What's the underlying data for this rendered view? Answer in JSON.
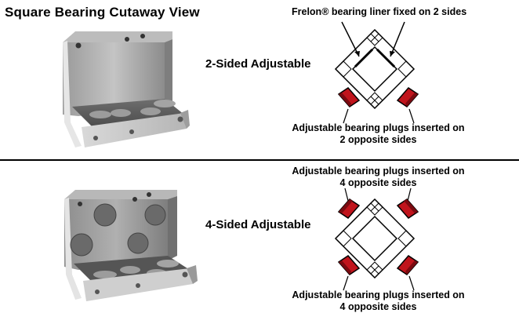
{
  "title": "Square Bearing  Cutaway View",
  "top_section": {
    "label": "2-Sided Adjustable",
    "caption_top": "Frelon® bearing liner fixed on 2 sides",
    "caption_bottom_line1": "Adjustable bearing plugs inserted on",
    "caption_bottom_line2": "2 opposite sides"
  },
  "bottom_section": {
    "label": "4-Sided Adjustable",
    "caption_top_line1": "Adjustable bearing plugs inserted on",
    "caption_top_line2": "4 opposite sides",
    "caption_bottom_line1": "Adjustable bearing plugs inserted on",
    "caption_bottom_line2": "4 opposite sides"
  },
  "colors": {
    "plug_red": "#c0141c",
    "bearing_gray": "#8a8a8a"
  }
}
